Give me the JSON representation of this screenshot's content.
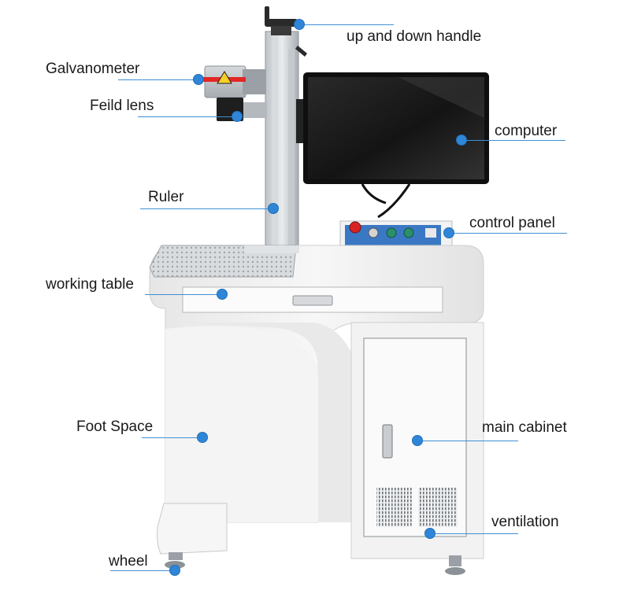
{
  "labels": {
    "up_down_handle": "up and down handle",
    "galvanometer": "Galvanometer",
    "field_lens": "Feild lens",
    "computer": "computer",
    "ruler": "Ruler",
    "control_panel": "control panel",
    "working_table": "working table",
    "foot_space": "Foot Space",
    "main_cabinet": "main cabinet",
    "ventilation": "ventilation",
    "wheel": "wheel"
  },
  "colors": {
    "callout_dot": "#2f86d8",
    "callout_line": "#3f8fd6",
    "machine_body": "#f1f1f1",
    "monitor": "#1c1c1c",
    "laser_beam": "#e32626",
    "emergency_stop": "#d92323",
    "start_buttons": "#2a8f6b"
  }
}
